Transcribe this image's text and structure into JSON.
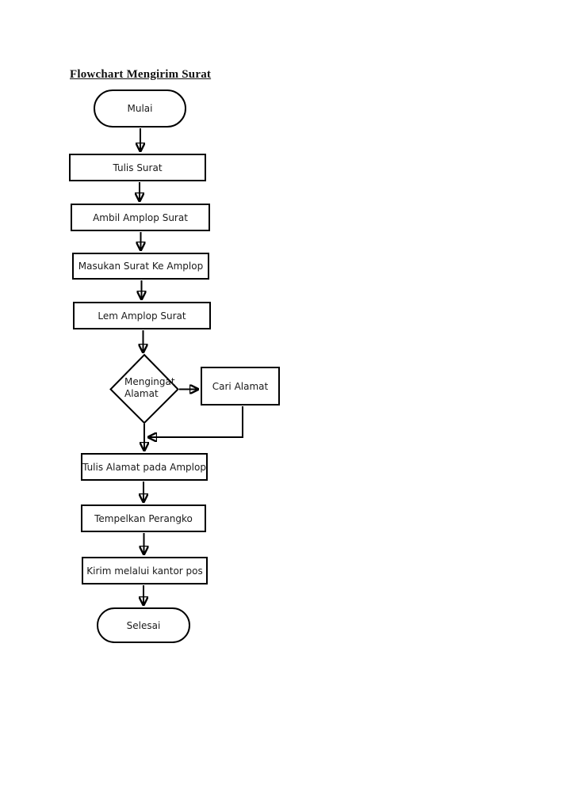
{
  "page": {
    "title": "Flowchart Mengirim Surat"
  },
  "flowchart": {
    "nodes": [
      {
        "id": "start",
        "type": "terminator",
        "label": "Mulai"
      },
      {
        "id": "tulis-surat",
        "type": "process",
        "label": "Tulis Surat"
      },
      {
        "id": "ambil-amplop-surat",
        "type": "process",
        "label": "Ambil Amplop Surat"
      },
      {
        "id": "masukan-surat-ke-amplop",
        "type": "process",
        "label": "Masukan Surat Ke Amplop"
      },
      {
        "id": "lem-amplop-surat",
        "type": "process",
        "label": "Lem Amplop Surat"
      },
      {
        "id": "mengingat-alamat",
        "type": "decision",
        "label": "Mengingat\nAlamat"
      },
      {
        "id": "cari-alamat",
        "type": "process",
        "label": "Cari Alamat"
      },
      {
        "id": "tulis-alamat-pada-amplop",
        "type": "process",
        "label": "Tulis Alamat pada Amplop"
      },
      {
        "id": "tempelkan-perangko",
        "type": "process",
        "label": "Tempelkan Perangko"
      },
      {
        "id": "kirim-melalui-kantor-pos",
        "type": "process",
        "label": "Kirim melalui kantor pos"
      },
      {
        "id": "end",
        "type": "terminator",
        "label": "Selesai"
      }
    ],
    "edges": [
      {
        "from": "start",
        "to": "tulis-surat"
      },
      {
        "from": "tulis-surat",
        "to": "ambil-amplop-surat"
      },
      {
        "from": "ambil-amplop-surat",
        "to": "masukan-surat-ke-amplop"
      },
      {
        "from": "masukan-surat-ke-amplop",
        "to": "lem-amplop-surat"
      },
      {
        "from": "lem-amplop-surat",
        "to": "mengingat-alamat"
      },
      {
        "from": "mengingat-alamat",
        "to": "cari-alamat"
      },
      {
        "from": "cari-alamat",
        "to": "tulis-alamat-pada-amplop"
      },
      {
        "from": "mengingat-alamat",
        "to": "tulis-alamat-pada-amplop"
      },
      {
        "from": "tulis-alamat-pada-amplop",
        "to": "tempelkan-perangko"
      },
      {
        "from": "tempelkan-perangko",
        "to": "kirim-melalui-kantor-pos"
      },
      {
        "from": "kirim-melalui-kantor-pos",
        "to": "selesai"
      }
    ],
    "colors": {
      "stroke": "#000000",
      "text": "#1a1a1a",
      "background": "#ffffff"
    }
  }
}
